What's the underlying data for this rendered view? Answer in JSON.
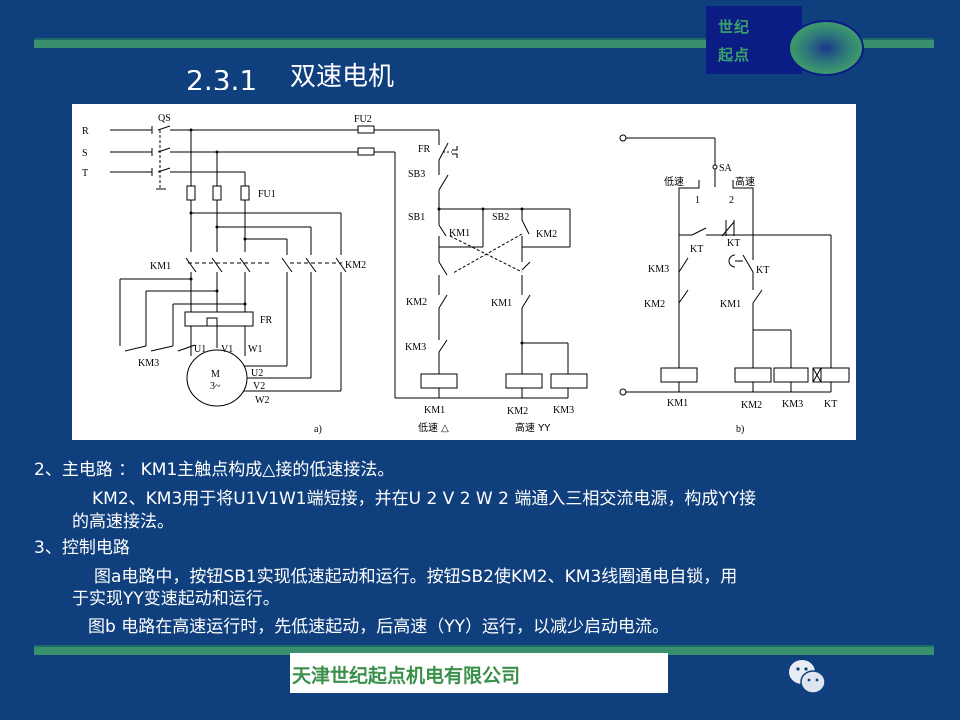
{
  "header": {
    "section_number": "2.3.1",
    "title": "双速电机",
    "logo_line1": "世纪",
    "logo_line2": "起点"
  },
  "diagram": {
    "a": {
      "R": "R",
      "S": "S",
      "T": "T",
      "QS": "QS",
      "FU2": "FU2",
      "FU1": "FU1",
      "FR": "FR",
      "KM1": "KM1",
      "KM2": "KM2",
      "KM3": "KM3",
      "U1": "U1",
      "V1": "V1",
      "W1": "W1",
      "U2": "U2",
      "V2": "V2",
      "W2": "W2",
      "M": "M",
      "M_sub": "3~",
      "SB1": "SB1",
      "SB2": "SB2",
      "SB3": "SB3",
      "low_speed": "低速 △",
      "high_speed": "高速 YY",
      "caption": "a)"
    },
    "b": {
      "SA": "SA",
      "low": "低速",
      "high": "高速",
      "pos1": "1",
      "pos2": "2",
      "KT": "KT",
      "KM1": "KM1",
      "KM2": "KM2",
      "KM3": "KM3",
      "caption": "b)"
    }
  },
  "body": {
    "p1": "2、主电路 ：  KM1主触点构成△接的低速接法。",
    "p2a": "KM2、KM3用于将U1V1W1端短接，并在U 2 V 2 W 2 端通入三相交流电源，构成YY接",
    "p2b": "的高速接法。",
    "p3": "3、控制电路",
    "p4a": "图a电路中，按钮SB1实现低速起动和运行。按钮SB2使KM2、KM3线圈通电自锁，用",
    "p4b": "于实现YY变速起动和运行。",
    "p5": "图b 电路在高速运行时，先低速起动，后高速（YY）运行，以减少启动电流。"
  },
  "footer": {
    "company": "天津世纪起点机电有限公司"
  }
}
